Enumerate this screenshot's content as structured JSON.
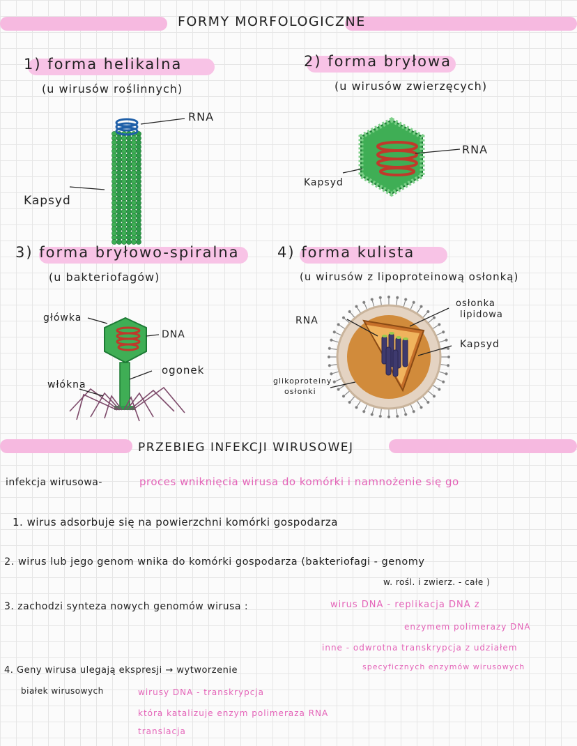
{
  "title": "FORMY MORFOLOGICZNE",
  "forms": [
    {
      "heading": "1) forma helikalna",
      "sub": "(u wirusów roślinnych)",
      "labels": {
        "rna": "RNA",
        "capsid": "Kapsyd"
      }
    },
    {
      "heading": "2) forma bryłowa",
      "sub": "(u wirusów zwierzęcych)",
      "labels": {
        "rna": "RNA",
        "capsid": "Kapsyd"
      }
    },
    {
      "heading": "3) forma bryłowo-spiralna",
      "sub": "(u bakteriofagów)",
      "labels": {
        "head": "główka",
        "dna": "DNA",
        "tail": "ogonek",
        "fibers": "włókna"
      }
    },
    {
      "heading": "4) forma kulista",
      "sub": "(u wirusów z lipoproteinową osłonką)",
      "labels": {
        "rna": "RNA",
        "envelope_line1": "osłonka",
        "envelope_line2": "lipidowa",
        "capsid": "Kapsyd",
        "glyco_line1": "glikoproteiny",
        "glyco_line2": "osłonki"
      }
    }
  ],
  "section2_title": "PRZEBIEG INFEKCJI WIRUSOWEJ",
  "definition": {
    "term": "infekcja wirusowa-",
    "text": "proces wniknięcia wirusa do komórki i namnożenie się go"
  },
  "steps": [
    {
      "text": "1. wirus adsorbuje się na powierzchni komórki gospodarza"
    },
    {
      "line1": "2. wirus lub jego genom wnika do komórki gospodarza (bakteriofagi - genomy",
      "line2": "w. rośl. i zwierz. - całe )"
    },
    {
      "text": "3. zachodzi synteza nowych genomów wirusa :",
      "pink1": "wirus DNA - replikacja DNA z",
      "pink2": "enzymem polimerazy DNA",
      "pink3": "inne - odwrotna transkrypcja z udziałem",
      "pink4": "specyficznych enzymów wirusowych"
    },
    {
      "line1": "4. Geny wirusa ulegają ekspresji → wytworzenie",
      "line2": "białek wirusowych",
      "pink1": "wirusy DNA - transkrypcja",
      "pink2": "która katalizuje enzym polimeraza RNA",
      "pink3": "translacja"
    }
  ],
  "colors": {
    "highlight": "#f6b9e0",
    "accent_pink": "#e463b8",
    "capsid_green": "#2e9a4a",
    "rna_red": "#c0392b",
    "rna_blue": "#1f5fa8"
  }
}
